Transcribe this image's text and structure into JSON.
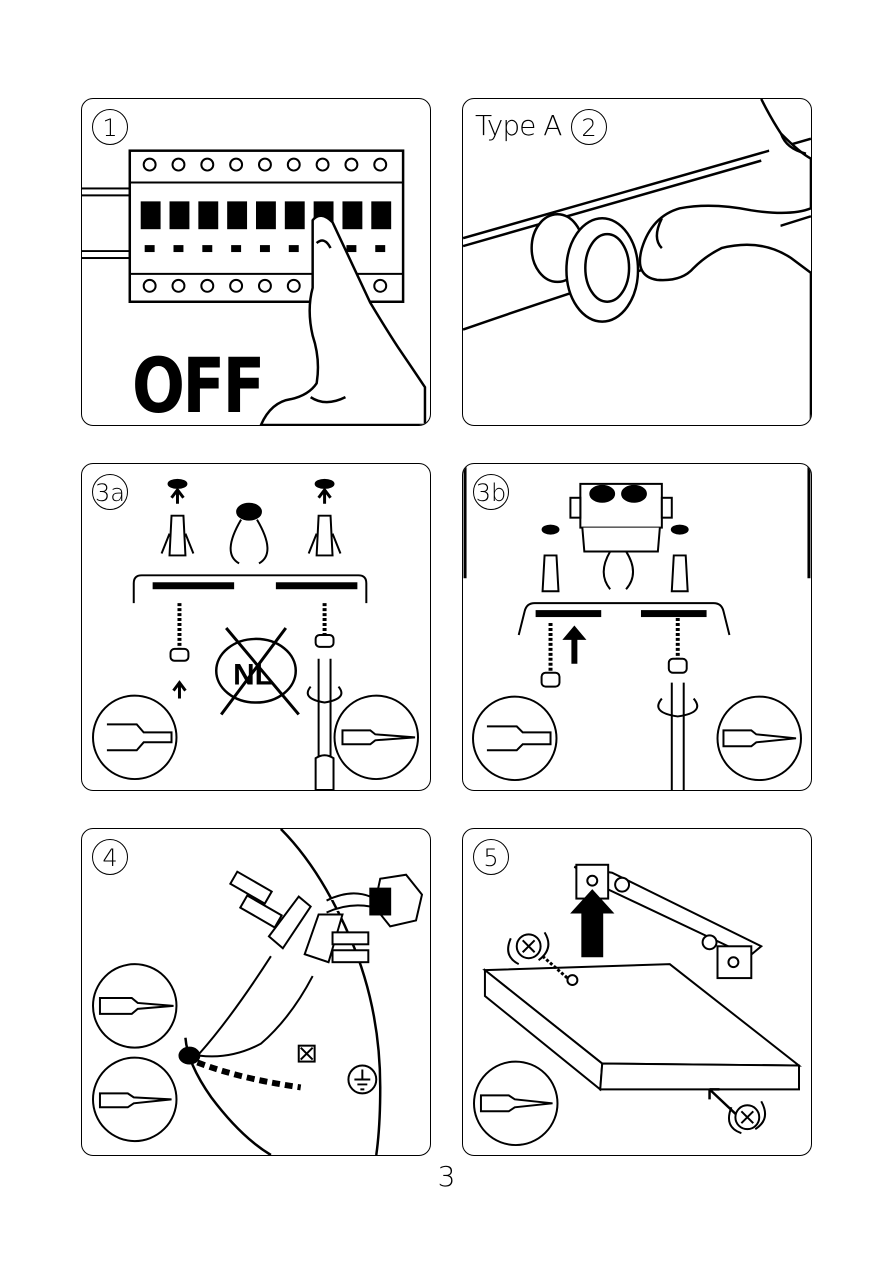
{
  "panels": {
    "p1": {
      "step": "1",
      "label": "OFF"
    },
    "p2": {
      "type_label": "Type A",
      "step": "2"
    },
    "p3a": {
      "step": "3a",
      "no_sign": "NL"
    },
    "p3b": {
      "step": "3b"
    },
    "p4": {
      "step": "4"
    },
    "p5": {
      "step": "5"
    }
  },
  "icons": [
    "breaker-icon",
    "finger-icon",
    "grommet-icon",
    "drill-icon",
    "screwdriver-icon",
    "wall-plug-icon",
    "screw-icon",
    "terminal-block-icon",
    "ground-icon",
    "rotate-arrow-icon",
    "prohibited-icon"
  ],
  "page": {
    "number": "3"
  },
  "colors": {
    "line": "#000000",
    "background": "#ffffff"
  }
}
